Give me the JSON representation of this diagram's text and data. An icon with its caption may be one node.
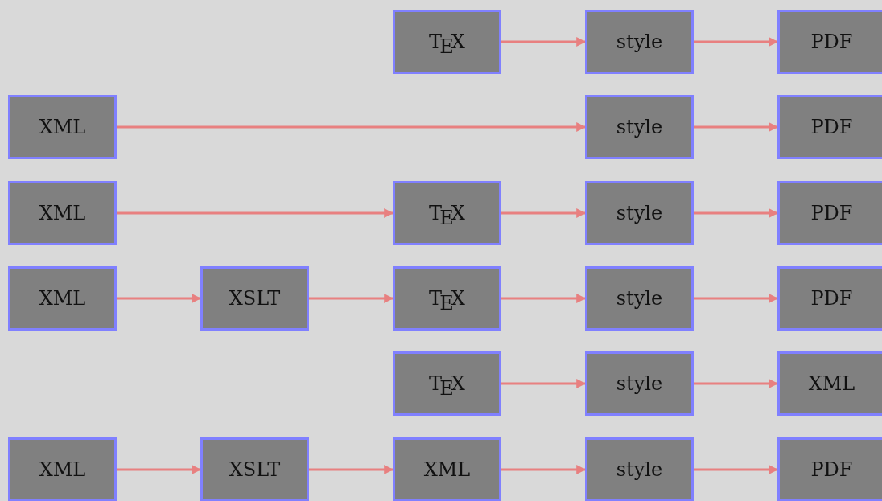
{
  "diagram": {
    "nodes": [
      {
        "text": [
          "T$_{E}$X"
        ]
      },
      {
        "text": [
          "style"
        ]
      },
      {
        "text": [
          "PDF"
        ]
      },
      {
        "text": [
          "XML"
        ]
      },
      {
        "text": [
          "style"
        ]
      },
      {
        "text": [
          "PDF"
        ]
      },
      {
        "text": [
          "XML"
        ]
      },
      {
        "text": [
          "T$_{E}$X"
        ]
      },
      {
        "text": [
          "style"
        ]
      },
      {
        "text": [
          "PDF"
        ]
      },
      {
        "text": [
          "XML"
        ]
      },
      {
        "text": [
          "XSLT"
        ]
      },
      {
        "text": [
          "T$_{E}$X"
        ]
      },
      {
        "text": [
          "style"
        ]
      },
      {
        "text": [
          "PDF"
        ]
      },
      {
        "text": [
          "T$_{E}$X"
        ]
      },
      {
        "text": [
          "style"
        ]
      },
      {
        "text": [
          "XML"
        ]
      },
      {
        "text": [
          "XML"
        ]
      },
      {
        "text": [
          "XSLT"
        ]
      },
      {
        "text": [
          "XML"
        ]
      },
      {
        "text": [
          "style"
        ]
      },
      {
        "text": [
          "PDF"
        ]
      }
    ],
    "edges": [
      {
        "from": 0,
        "to": 1,
        "arrow": "to"
      },
      {
        "from": 1,
        "to": 2,
        "arrow": "to"
      },
      {
        "from": 3,
        "to": 4,
        "arrow": "to"
      },
      {
        "from": 4,
        "to": 5,
        "arrow": "to"
      },
      {
        "from": 6,
        "to": 7,
        "arrow": "to"
      },
      {
        "from": 7,
        "to": 8,
        "arrow": "to"
      },
      {
        "from": 8,
        "to": 9,
        "arrow": "to"
      },
      {
        "from": 10,
        "to": 11,
        "arrow": "to"
      },
      {
        "from": 11,
        "to": 12,
        "arrow": "to"
      },
      {
        "from": 12,
        "to": 13,
        "arrow": "to"
      },
      {
        "from": 13,
        "to": 14,
        "arrow": "to"
      },
      {
        "from": 15,
        "to": 16,
        "arrow": "to"
      },
      {
        "from": 16,
        "to": 17,
        "arrow": "to"
      },
      {
        "from": 18,
        "to": 19,
        "arrow": "to"
      },
      {
        "from": 19,
        "to": 20,
        "arrow": "to"
      },
      {
        "from": 20,
        "to": 21,
        "arrow": "to"
      },
      {
        "from": 21,
        "to": 22,
        "arrow": "to"
      }
    ]
  }
}
